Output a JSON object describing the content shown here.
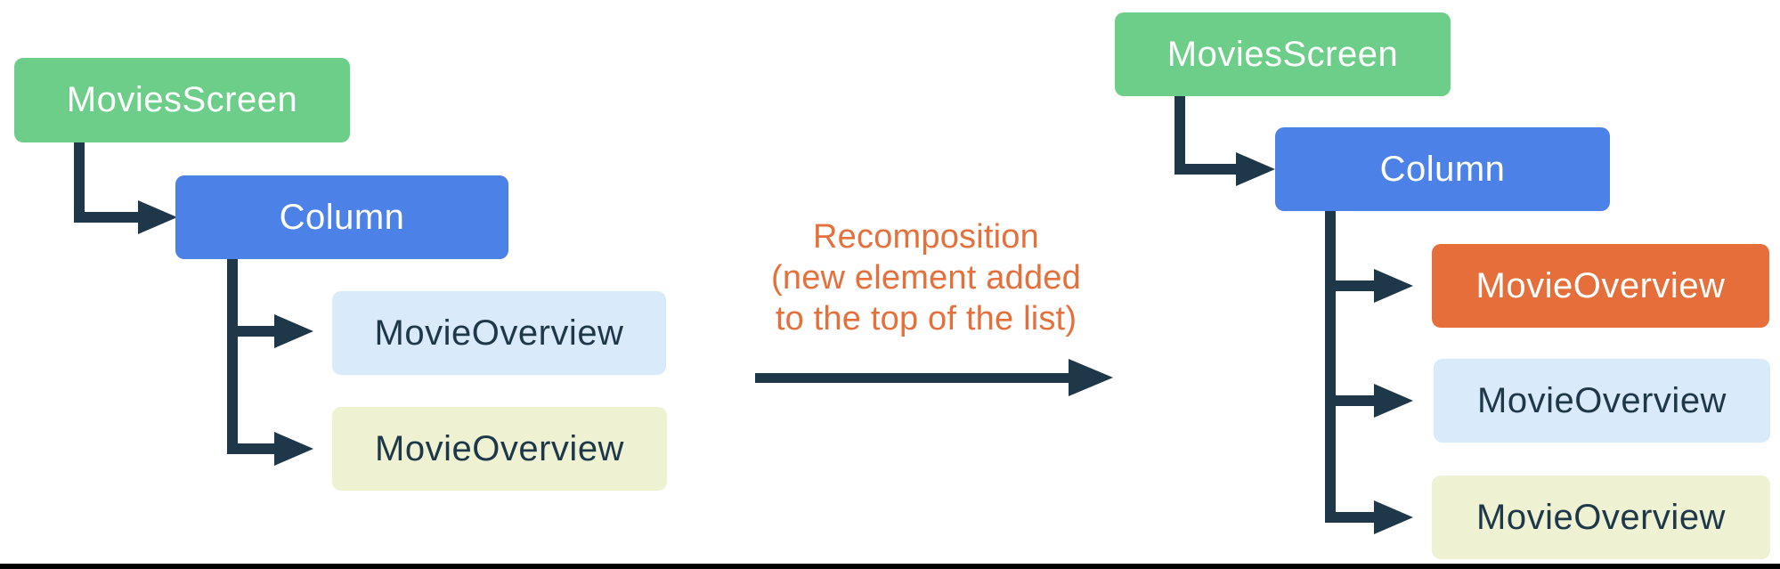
{
  "diagram": {
    "left_tree": {
      "root": "MoviesScreen",
      "column": "Column",
      "children": [
        {
          "label": "MovieOverview",
          "variant": "lightblue"
        },
        {
          "label": "MovieOverview",
          "variant": "lightyellow"
        }
      ]
    },
    "right_tree": {
      "root": "MoviesScreen",
      "column": "Column",
      "children": [
        {
          "label": "MovieOverview",
          "variant": "orange"
        },
        {
          "label": "MovieOverview",
          "variant": "lightblue"
        },
        {
          "label": "MovieOverview",
          "variant": "lightyellow"
        }
      ]
    },
    "transition": {
      "line1": "Recomposition",
      "line2": "(new element added",
      "line3": "to the top of the list)"
    },
    "colors": {
      "green": "#6DCE8A",
      "blue": "#4C82E8",
      "light_blue": "#D9EAFB",
      "light_yellow": "#EEF2D3",
      "orange": "#E56E3A",
      "navy": "#1E384A",
      "label_orange": "#E5703C",
      "bar_black": "#000000",
      "bg": "#FFFFFF"
    }
  }
}
